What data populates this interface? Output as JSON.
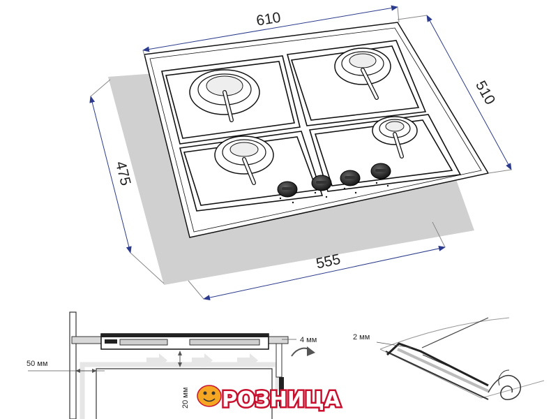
{
  "dimensions": {
    "top_width": "610",
    "right_depth": "510",
    "left_depth": "475",
    "bottom_width": "555"
  },
  "section_view": {
    "wall_gap": "50 мм",
    "side_gap": "4 мм",
    "bottom_gap": "20 мм"
  },
  "seal_detail": {
    "thickness": "2 мм"
  },
  "logo": {
    "text": "РОЗНИЦА"
  },
  "colors": {
    "dimension_line": "#2b3a8c",
    "cutout": "#d0d0d0",
    "logo_red": "#c8102e",
    "airflow_arrows": "#e6e6e6"
  }
}
